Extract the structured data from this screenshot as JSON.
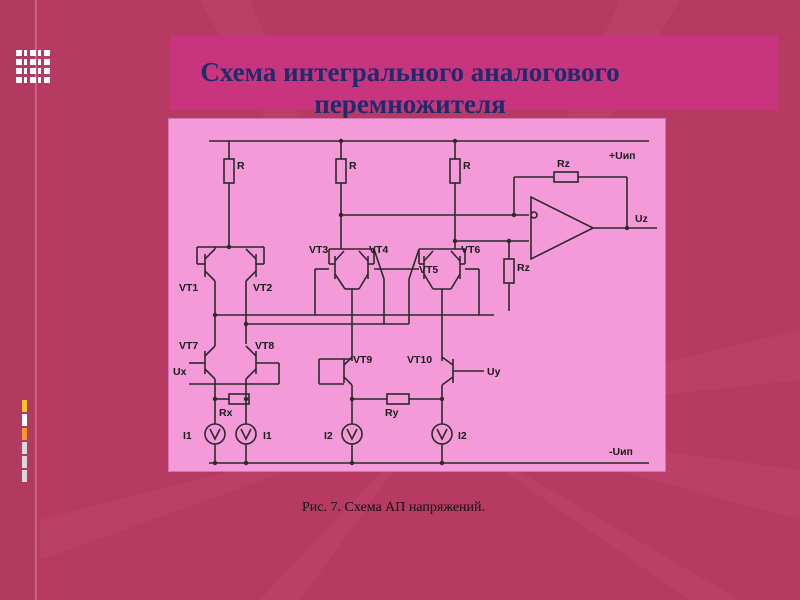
{
  "slide": {
    "title": "Схема интегрального аналогового перемножителя",
    "caption": "Рис. 7. Схема АП напряжений."
  },
  "diagram_labels": {
    "r1": "R",
    "r2": "R",
    "r3": "R",
    "rz_top": "Rz",
    "rz_side": "Rz",
    "vcc": "+Uип",
    "vee": "-Uип",
    "uz": "Uz",
    "vt1": "VT1",
    "vt2": "VT2",
    "vt3": "VT3",
    "vt4": "VT4",
    "vt5": "VT5",
    "vt6": "VT6",
    "vt7": "VT7",
    "vt8": "VT8",
    "vt9": "VT9",
    "vt10": "VT10",
    "ux": "Ux",
    "uy": "Uy",
    "rx": "Rx",
    "ry": "Ry",
    "i1a": "I1",
    "i1b": "I1",
    "i2a": "I2",
    "i2b": "I2"
  },
  "colors": {
    "background": "#b23a60",
    "title_band": "#c9347e",
    "title_text": "#1e2c6e",
    "diagram_bg": "#f59ad9",
    "decor_bars": [
      "#f2c230",
      "#ffffff",
      "#f2c230",
      "#d9d9d9",
      "#f29a30",
      "#d9d9d9",
      "#d9d9d9"
    ]
  },
  "icons": [
    "grid-decoration-icon"
  ]
}
